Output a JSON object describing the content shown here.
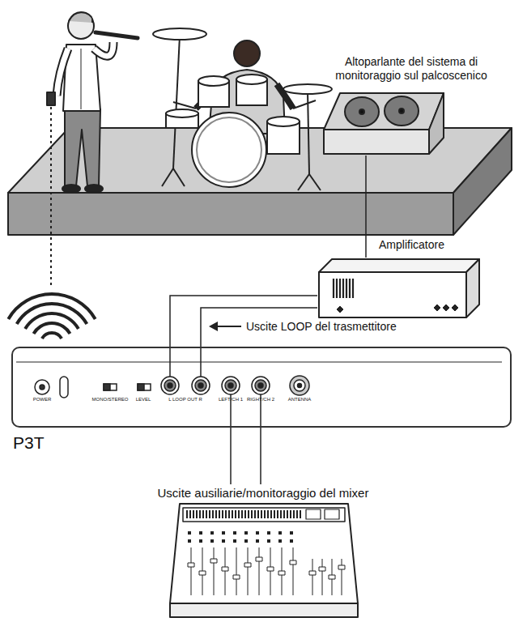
{
  "diagram": {
    "nodes": [
      {
        "text": [
          "Altoparlante del sistema di monitoraggio sul palcoscenico"
        ]
      },
      {
        "text": [
          "Amplificatore"
        ]
      },
      {
        "text": [
          "P3T"
        ]
      },
      {
        "text": [
          "Uscite ausiliarie/monitoraggio del mixer"
        ]
      }
    ],
    "edges": [
      {
        "from": 0,
        "to": 1,
        "arrow": "none"
      },
      {
        "from": 2,
        "to": 1,
        "arrow": "none"
      },
      {
        "from": 2,
        "to": 1,
        "arrow": "none"
      },
      {
        "from": 3,
        "to": 2,
        "arrow": "none"
      },
      {
        "from": 3,
        "to": 2,
        "arrow": "none"
      }
    ],
    "labels": [
      "Uscite LOOP del trasmettitore",
      "POWER",
      "MONO/STEREO",
      "LEVEL",
      "L LOOP OUT R",
      "LEFT/CH 1",
      "RIGHT/CH 2",
      "ANTENNA"
    ]
  }
}
